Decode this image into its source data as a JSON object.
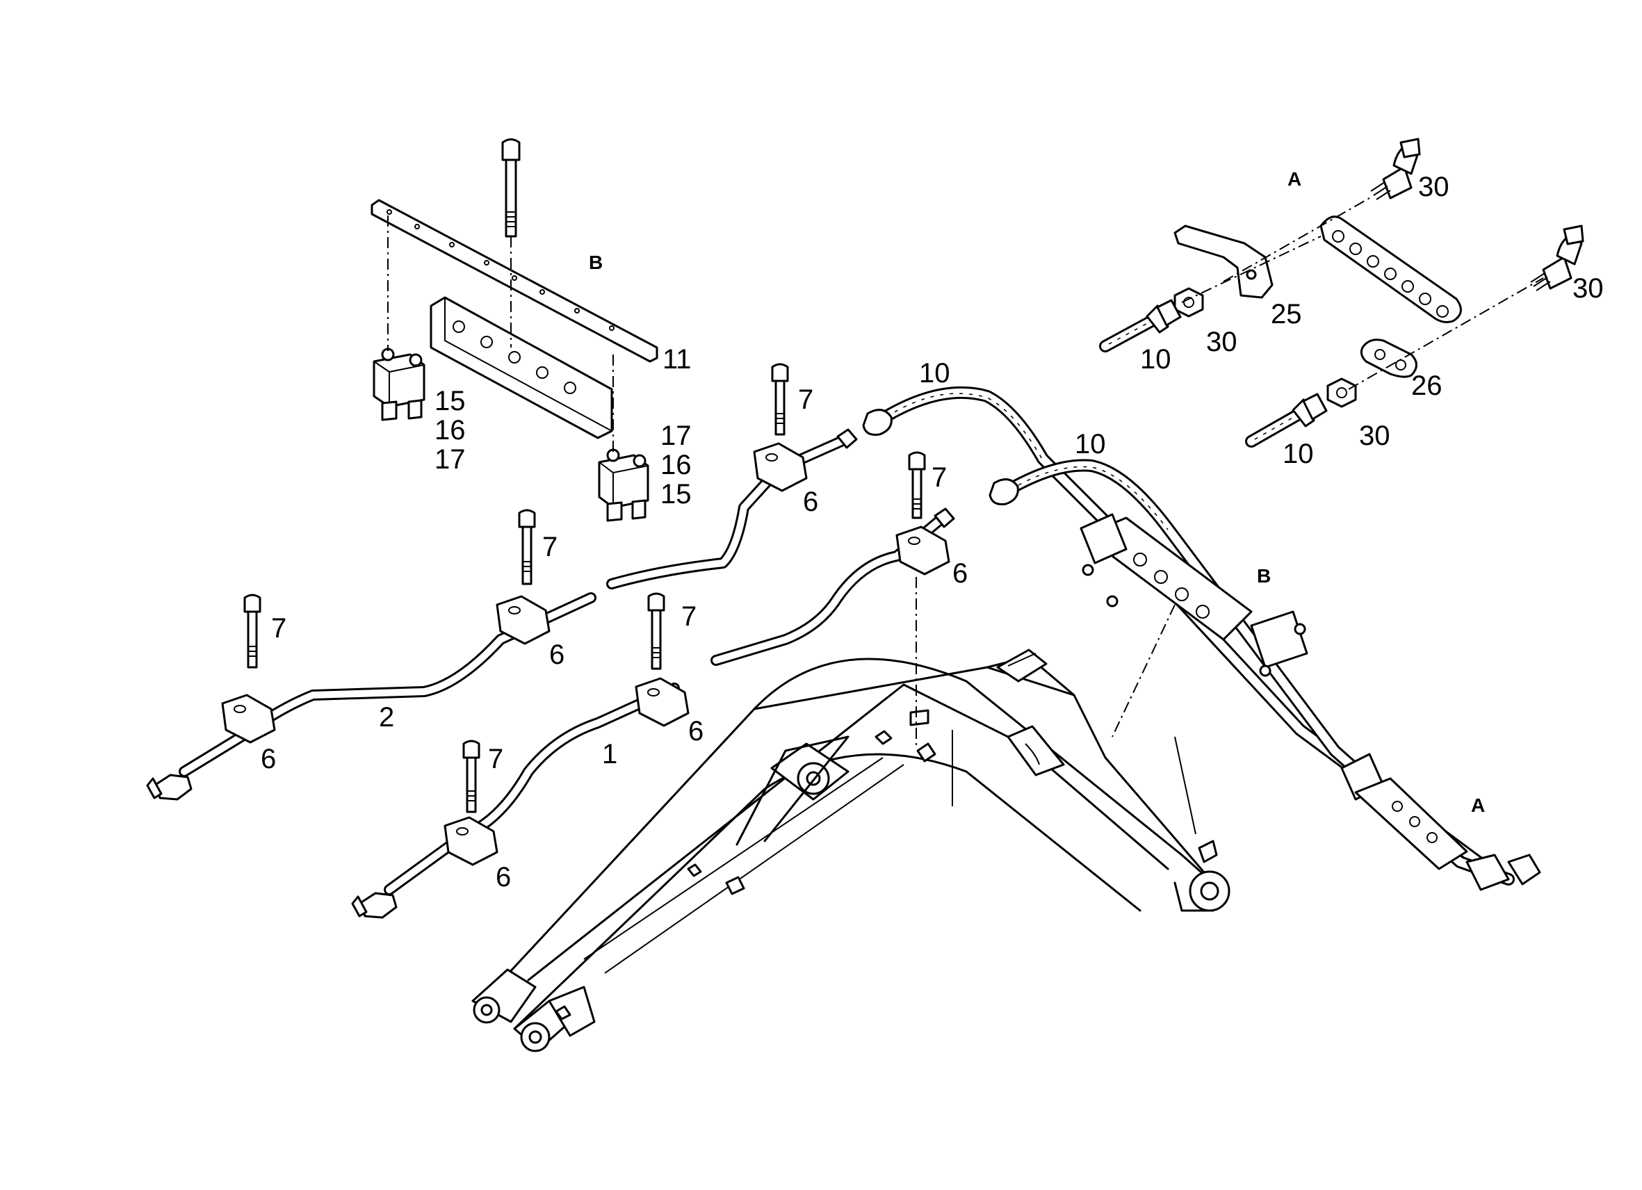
{
  "diagram": {
    "callouts": [
      {
        "id": "c-30a",
        "text": "30"
      },
      {
        "id": "c-30b",
        "text": "30"
      },
      {
        "id": "c-25",
        "text": "25"
      },
      {
        "id": "c-30c",
        "text": "30"
      },
      {
        "id": "c-10a",
        "text": "10"
      },
      {
        "id": "c-26",
        "text": "26"
      },
      {
        "id": "c-30d",
        "text": "30"
      },
      {
        "id": "c-10b",
        "text": "10"
      },
      {
        "id": "c-11",
        "text": "11"
      },
      {
        "id": "c-15a",
        "text": "15"
      },
      {
        "id": "c-16a",
        "text": "16"
      },
      {
        "id": "c-17a",
        "text": "17"
      },
      {
        "id": "c-17b",
        "text": "17"
      },
      {
        "id": "c-16b",
        "text": "16"
      },
      {
        "id": "c-15b",
        "text": "15"
      },
      {
        "id": "c-10c",
        "text": "10"
      },
      {
        "id": "c-10d",
        "text": "10"
      },
      {
        "id": "c-7a",
        "text": "7"
      },
      {
        "id": "c-6a",
        "text": "6"
      },
      {
        "id": "c-7b",
        "text": "7"
      },
      {
        "id": "c-6b",
        "text": "6"
      },
      {
        "id": "c-7c",
        "text": "7"
      },
      {
        "id": "c-6c",
        "text": "6"
      },
      {
        "id": "c-7d",
        "text": "7"
      },
      {
        "id": "c-6d",
        "text": "6"
      },
      {
        "id": "c-7e",
        "text": "7"
      },
      {
        "id": "c-6e",
        "text": "6"
      },
      {
        "id": "c-7f",
        "text": "7"
      },
      {
        "id": "c-6f",
        "text": "6"
      },
      {
        "id": "c-2",
        "text": "2"
      },
      {
        "id": "c-1",
        "text": "1"
      }
    ],
    "detail_refs": [
      {
        "id": "ref-a-top",
        "text": "A"
      },
      {
        "id": "ref-b-top",
        "text": "B"
      },
      {
        "id": "ref-b-boom",
        "text": "B"
      },
      {
        "id": "ref-a-boom",
        "text": "A"
      }
    ]
  }
}
